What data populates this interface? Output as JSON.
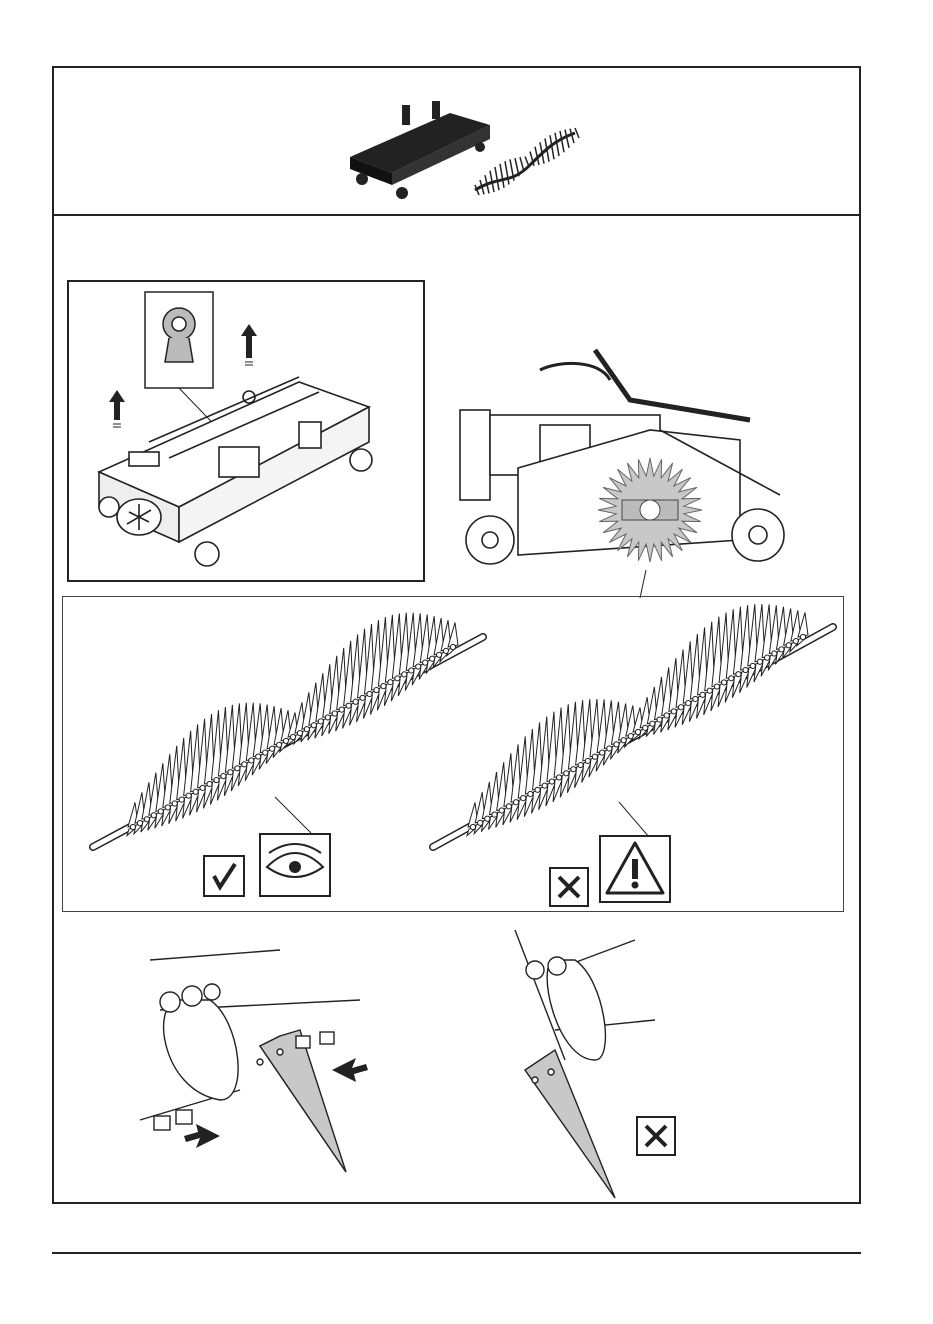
{
  "colors": {
    "line": "#222222",
    "tine_fill": "#c8c8c8",
    "dark_fill": "#333333",
    "paper": "#ffffff"
  },
  "header": {
    "product_icon": "scarifier-rotor-icon"
  },
  "lift_panel": {
    "lifting_eye_icon": "lifting-eye-icon",
    "arrow_icon": "up-arrow-icon"
  },
  "machine_view": {
    "highlight_icon": "rotor-highlight-icon"
  },
  "rotors": [
    {
      "status": "correct",
      "symbols": [
        "check-icon",
        "eye-icon"
      ]
    },
    {
      "status": "incorrect",
      "symbols": [
        "cross-icon",
        "warning-icon"
      ]
    }
  ],
  "blade_details": [
    {
      "status": "assembly",
      "symbols": [
        "bolt-insert-arrow-icon"
      ]
    },
    {
      "status": "incorrect",
      "symbols": [
        "cross-icon"
      ]
    }
  ]
}
